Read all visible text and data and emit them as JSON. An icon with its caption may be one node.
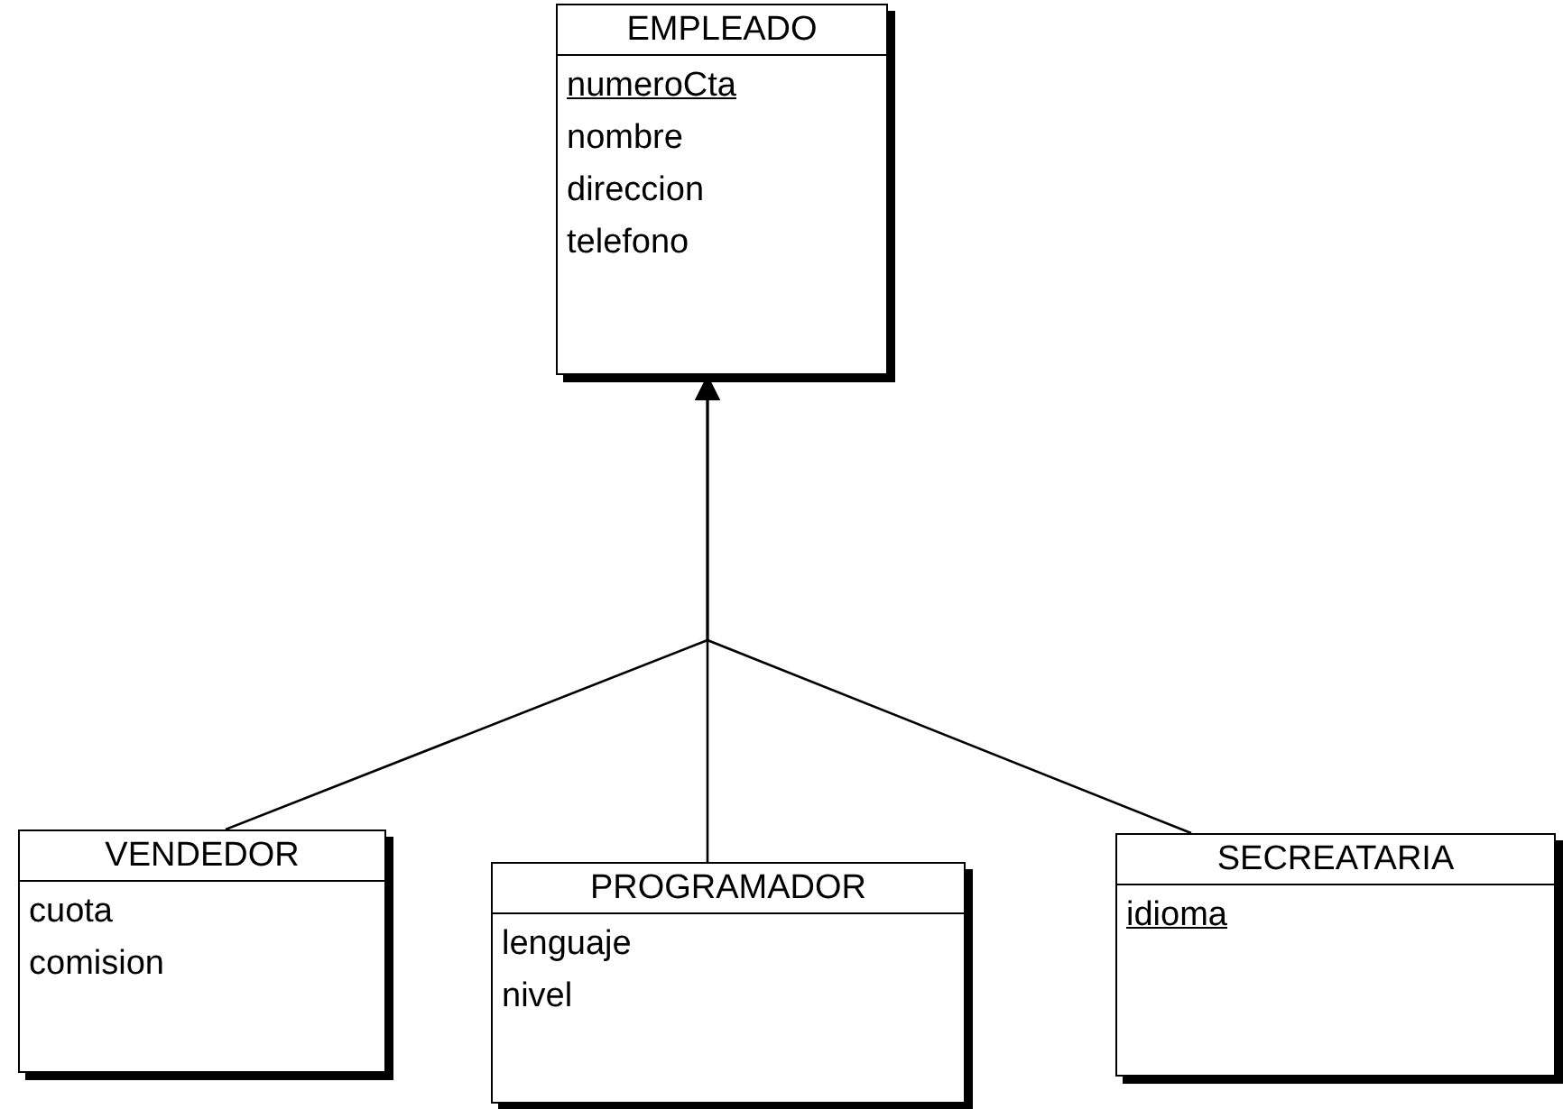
{
  "diagram": {
    "nodes": [
      {
        "text": [
          "EMPLEADO",
          "numeroCta",
          "nombre",
          "direccion",
          "telefono"
        ]
      },
      {
        "text": [
          "VENDEDOR",
          "cuota",
          "comision"
        ]
      },
      {
        "text": [
          "PROGRAMADOR",
          "lenguaje",
          "nivel"
        ]
      },
      {
        "text": [
          "SECREATARIA",
          "idioma"
        ]
      }
    ],
    "edges": [
      {
        "from": 1,
        "to": 0,
        "arrow": "to"
      },
      {
        "from": 2,
        "to": 0,
        "arrow": "to"
      },
      {
        "from": 3,
        "to": 0,
        "arrow": "to"
      }
    ]
  }
}
